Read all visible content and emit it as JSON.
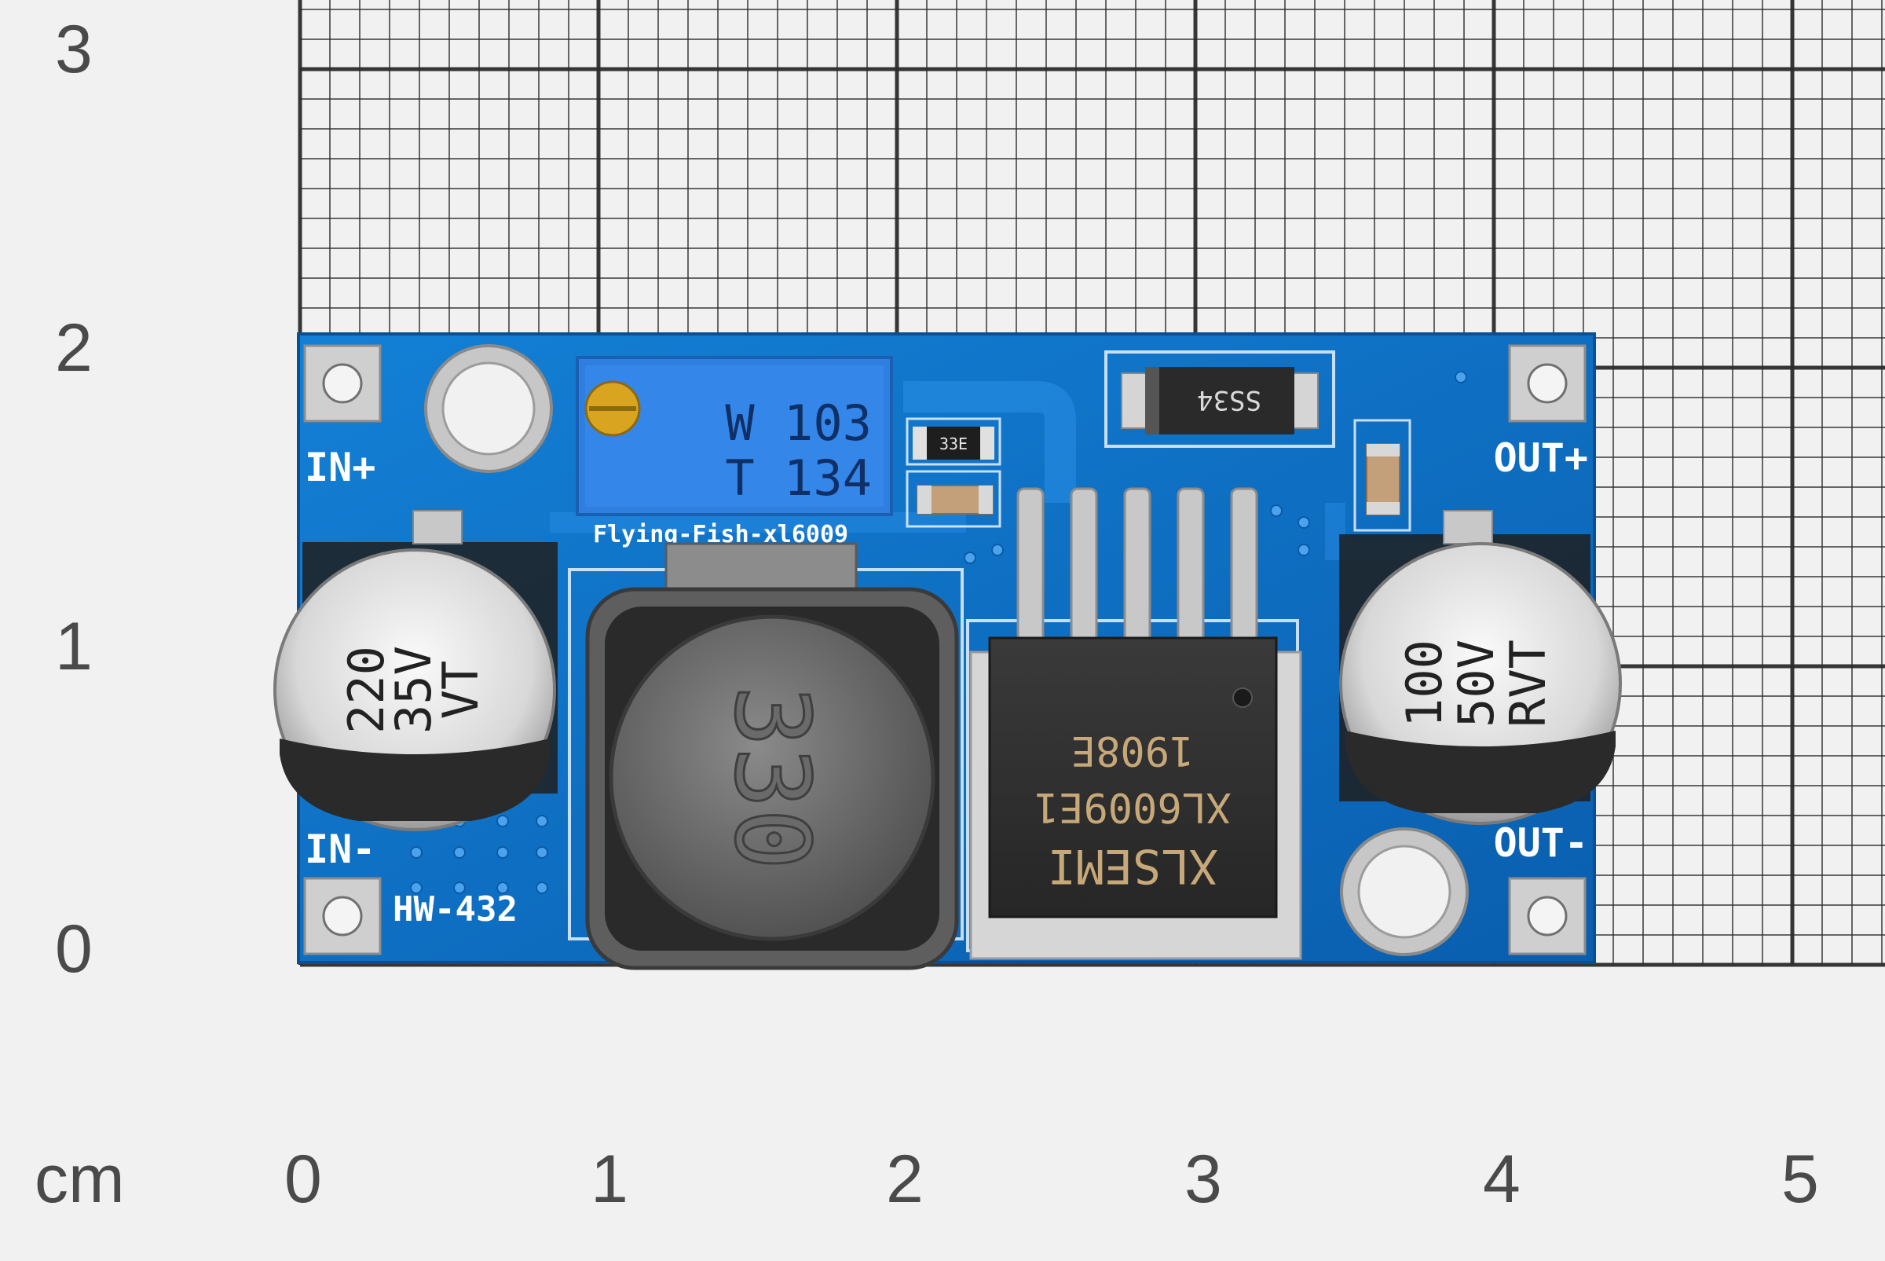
{
  "scale": {
    "unit": "cm",
    "x_ticks": [
      "0",
      "1",
      "2",
      "3",
      "4",
      "5"
    ],
    "y_ticks": [
      "0",
      "1",
      "2",
      "3"
    ]
  },
  "board": {
    "model": "HW-432",
    "silkscreen_text": "Flying-Fish-xl6009",
    "pins": {
      "in_plus": "IN+",
      "in_minus": "IN-",
      "out_plus": "OUT+",
      "out_minus": "OUT-"
    },
    "potentiometer": {
      "line1": "W 103",
      "line2": "T 134"
    },
    "input_capacitor": {
      "line1": "220",
      "line2": "35V",
      "line3": "VT"
    },
    "output_capacitor": {
      "line1": "100",
      "line2": "50V",
      "line3": "RVT"
    },
    "inductor": {
      "marking": "330"
    },
    "diode": {
      "marking": "SS34"
    },
    "smd_resistor": {
      "marking": "33E"
    },
    "ic": {
      "line1": "XLSEMI",
      "line2": "XL6009E1",
      "line3": "1908E"
    },
    "colors": {
      "pcb": "#0e6fc3",
      "pad": "#c9c9c9",
      "grid": "#2c2c2c",
      "background": "#f1f1f1"
    }
  }
}
